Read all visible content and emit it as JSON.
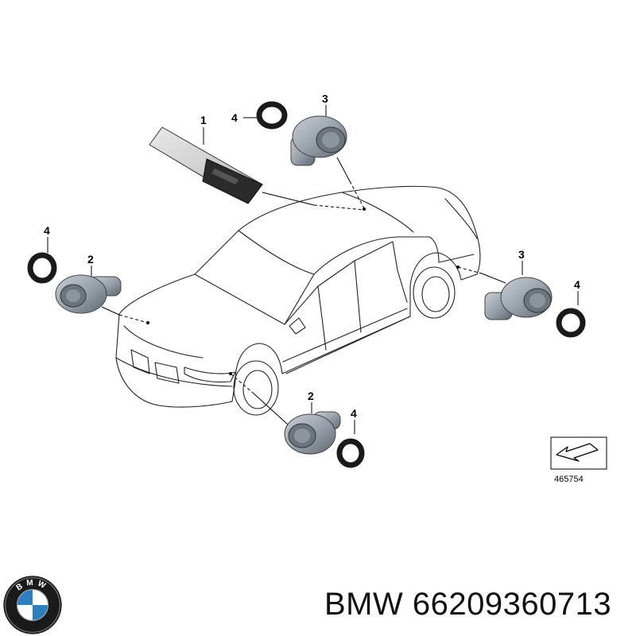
{
  "callouts": {
    "c1": "1",
    "c2a": "2",
    "c2b": "2",
    "c3a": "3",
    "c3b": "3",
    "c4a": "4",
    "c4b": "4",
    "c4c": "4",
    "c4d": "4"
  },
  "reference_number": "465754",
  "brand": {
    "name": "BMW",
    "part_number": "66209360713",
    "logo_letters": "BMW"
  },
  "colors": {
    "logo_blue": "#2d7fc0",
    "logo_ring": "#1a1a1a",
    "sensor_gray": "#9aa3ad"
  }
}
